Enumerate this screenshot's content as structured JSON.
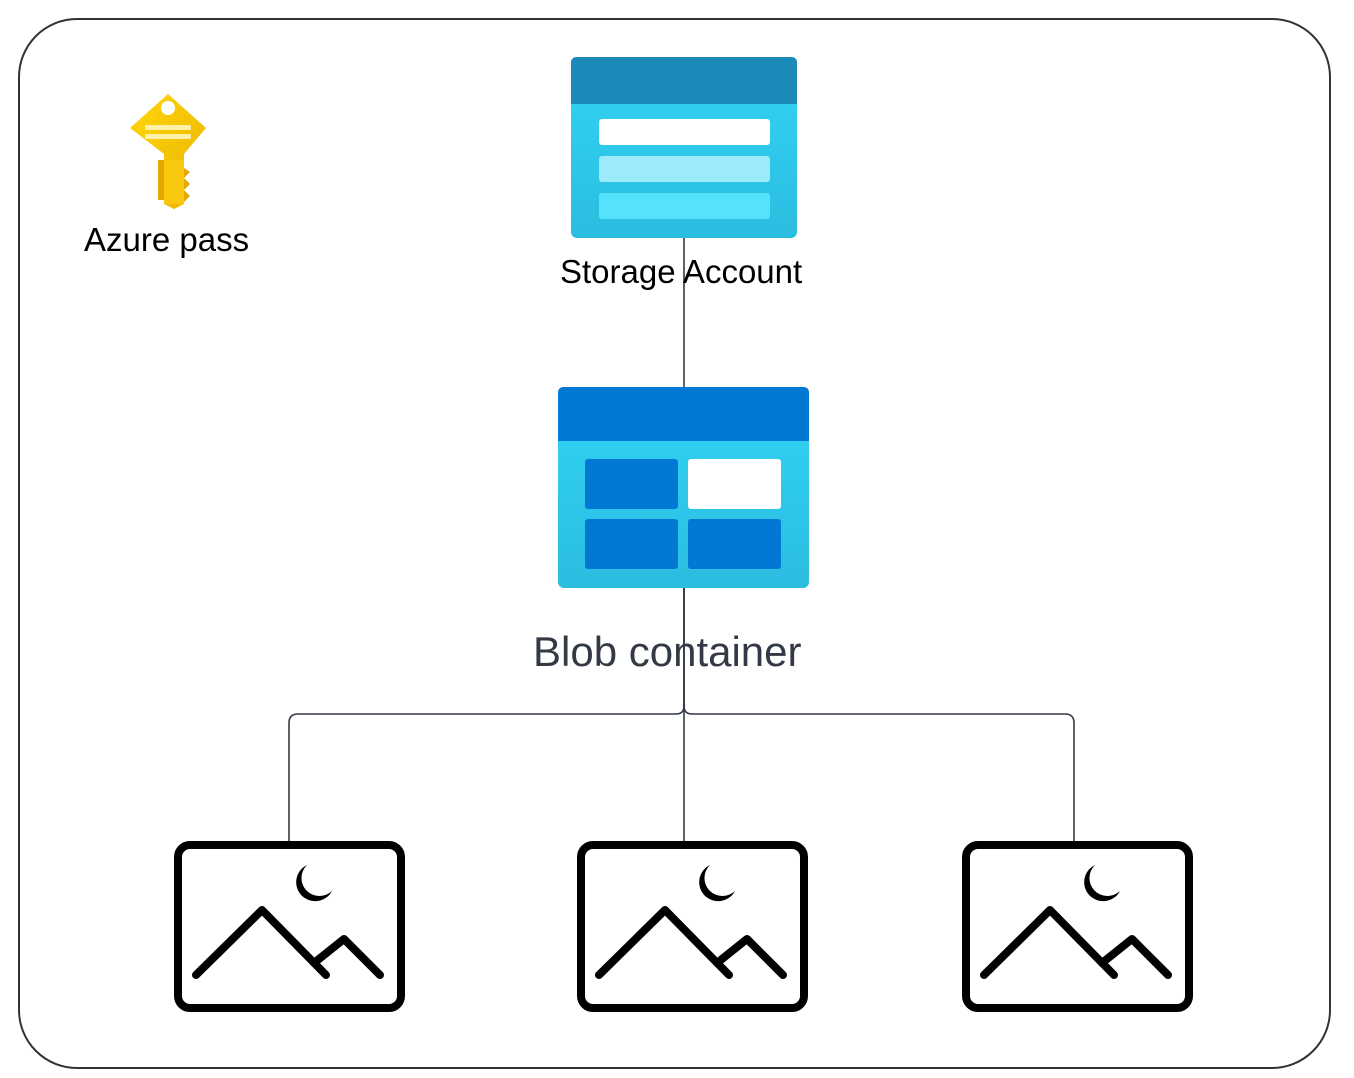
{
  "labels": {
    "azure_pass": "Azure pass",
    "storage_account": "Storage Account",
    "blob_container": "Blob container"
  },
  "icons": {
    "key": "key-icon",
    "storage_account": "storage-account-icon",
    "blob_container": "blob-container-icon",
    "image": "image-icon"
  },
  "colors": {
    "frame_stroke": "#333333",
    "connector": "#333a45",
    "key_yellow": "#f9c80e",
    "storage_header": "#1b8ab8",
    "storage_body": "#32d4f5",
    "blob_header": "#0078d4",
    "blob_tile": "#0078d4",
    "blob_label_text": "#333a45"
  }
}
